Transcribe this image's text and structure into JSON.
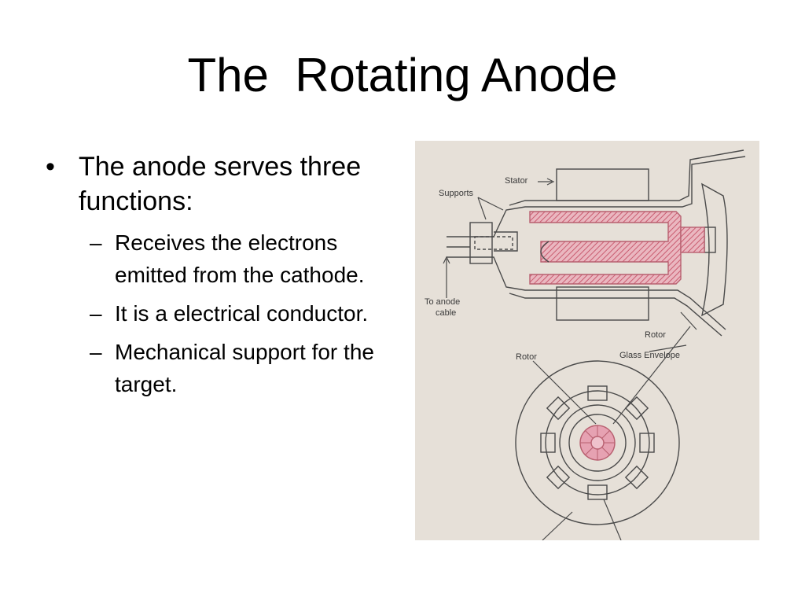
{
  "slide": {
    "title": "The  Rotating Anode"
  },
  "bullets": [
    {
      "text": "The anode serves three functions:",
      "sub_items": [
        "Receives the electrons emitted from the cathode.",
        "It is a electrical conductor.",
        "Mechanical support for the target."
      ]
    }
  ],
  "figure": {
    "labels": {
      "stator": "Stator",
      "supports": "Supports",
      "to_anode_cable_line1": "To anode",
      "to_anode_cable_line2": "cable",
      "rotor_top": "Rotor",
      "rotor_bottom": "Rotor",
      "glass_envelope": "Glass Envelope"
    },
    "colors": {
      "paper": "#e6e0d8",
      "ink": "#4a4a4a",
      "hatch_red": "#d9788a",
      "center_pink": "#e6a2b2"
    }
  }
}
